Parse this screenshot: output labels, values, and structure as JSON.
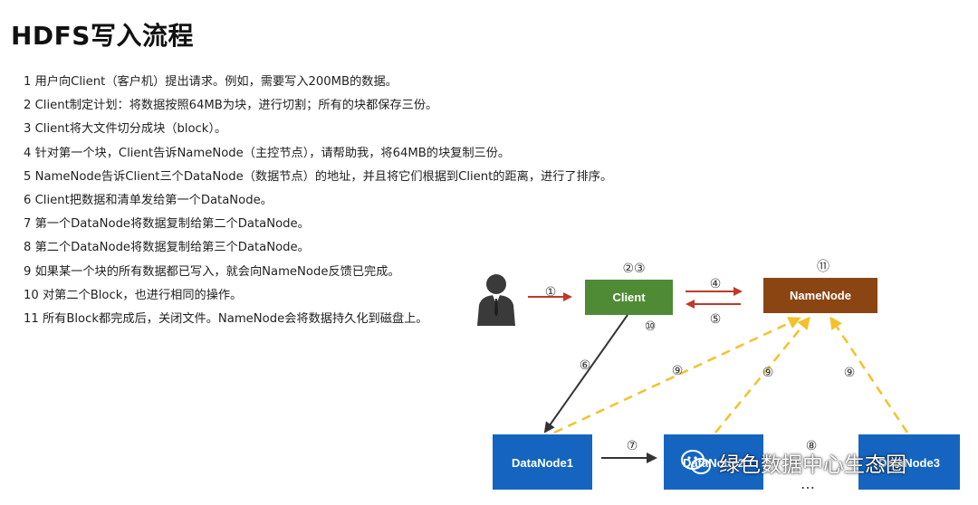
{
  "title": "HDFS写入流程",
  "steps": [
    "1 用户向Client（客户机）提出请求。例如，需要写入200MB的数据。",
    "2 Client制定计划：将数据按照64MB为块，进行切割；所有的块都保存三份。",
    "3 Client将大文件切分成块（block）。",
    "4 针对第一个块，Client告诉NameNode（主控节点），请帮助我，将64MB的块复制三份。",
    "5 NameNode告诉Client三个DataNode（数据节点）的地址，并且将它们根据到Client的距离，进行了排序。",
    "6 Client把数据和清单发给第一个DataNode。",
    "7 第一个DataNode将数据复制给第二个DataNode。",
    "8 第二个DataNode将数据复制给第三个DataNode。",
    "9 如果某一个块的所有数据都已写入，就会向NameNode反馈已完成。",
    "10 对第二个Block，也进行相同的操作。",
    "11 所有Block都完成后，关闭文件。NameNode会将数据持久化到磁盘上。"
  ],
  "diagram": {
    "nodes": {
      "client": "Client",
      "namenode": "NameNode",
      "datanode1": "DataNode1",
      "datanode2": "DataNode2",
      "datanode3": "DataNode3"
    },
    "markers": {
      "m1": "①",
      "m23": "②③",
      "m4": "④",
      "m5": "⑤",
      "m6": "⑥",
      "m7": "⑦",
      "m8": "⑧",
      "m9a": "⑨",
      "m9b": "⑨",
      "m9c": "⑨",
      "m10": "⑩",
      "m11": "⑪"
    },
    "ellipsis": "…",
    "colors": {
      "client": "#4f8a34",
      "namenode": "#8b4513",
      "datanode": "#1565c0",
      "red_arrow": "#c0392b",
      "yellow_arrow": "#f2c22b"
    }
  },
  "watermark": "绿色数据中心生态圈"
}
